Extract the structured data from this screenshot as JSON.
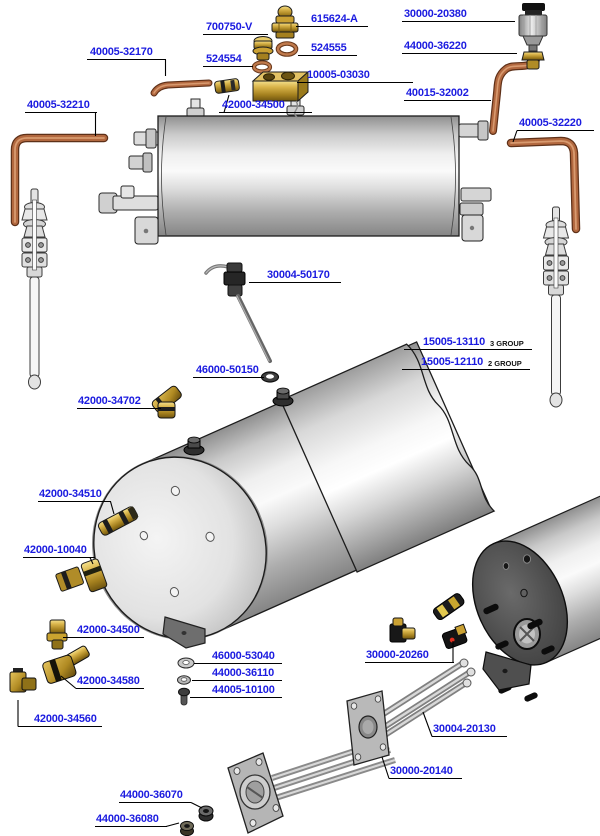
{
  "page": {
    "background": "#ffffff"
  },
  "colors": {
    "callout_link": "#1b1be0",
    "note_text": "#111111",
    "leader_line": "#000000",
    "copper": "#b2683f",
    "brass": "#c9a43a",
    "steel_light": "#efefef",
    "steel_dark": "#8a8a8a",
    "boiler_face_dark": "#3f3f3f"
  },
  "callouts": [
    {
      "id": "700750-V",
      "text": "700750-V"
    },
    {
      "id": "615624-A",
      "text": "615624-A"
    },
    {
      "id": "30000-20380",
      "text": "30000-20380"
    },
    {
      "id": "44000-36220",
      "text": "44000-36220"
    },
    {
      "id": "524555",
      "text": "524555"
    },
    {
      "id": "524554",
      "text": "524554"
    },
    {
      "id": "40005-32170",
      "text": "40005-32170"
    },
    {
      "id": "10005-03030",
      "text": "10005-03030"
    },
    {
      "id": "40015-32002",
      "text": "40015-32002"
    },
    {
      "id": "42000-34500-top",
      "text": "42000-34500"
    },
    {
      "id": "40005-32210",
      "text": "40005-32210"
    },
    {
      "id": "40005-32220",
      "text": "40005-32220"
    },
    {
      "id": "30004-50170",
      "text": "30004-50170"
    },
    {
      "id": "15005-13110",
      "text": "15005-13110",
      "note": "3 GROUP"
    },
    {
      "id": "15005-12110",
      "text": "15005-12110",
      "note": "2 GROUP"
    },
    {
      "id": "46000-50150",
      "text": "46000-50150"
    },
    {
      "id": "42000-34702",
      "text": "42000-34702"
    },
    {
      "id": "42000-34510",
      "text": "42000-34510"
    },
    {
      "id": "42000-10040",
      "text": "42000-10040"
    },
    {
      "id": "42000-34500-bottom",
      "text": "42000-34500"
    },
    {
      "id": "42000-34580",
      "text": "42000-34580"
    },
    {
      "id": "42000-34560",
      "text": "42000-34560"
    },
    {
      "id": "46000-53040",
      "text": "46000-53040"
    },
    {
      "id": "44000-36110",
      "text": "44000-36110"
    },
    {
      "id": "44005-10100",
      "text": "44005-10100"
    },
    {
      "id": "30000-20260",
      "text": "30000-20260"
    },
    {
      "id": "30004-20130",
      "text": "30004-20130"
    },
    {
      "id": "30000-20140",
      "text": "30000-20140"
    },
    {
      "id": "44000-36070",
      "text": "44000-36070"
    },
    {
      "id": "44000-36080",
      "text": "44000-36080"
    }
  ]
}
